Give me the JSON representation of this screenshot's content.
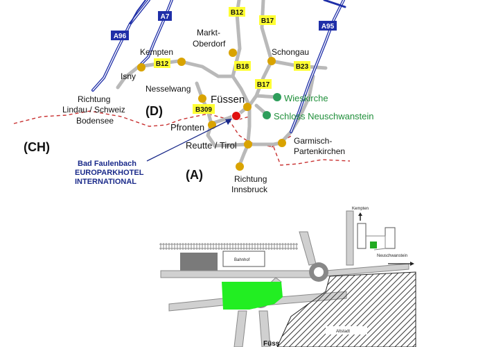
{
  "overview_map": {
    "highways": [
      "A96",
      "A7",
      "A95"
    ],
    "road_labels": [
      "B12",
      "B17",
      "B12",
      "B18",
      "B17",
      "B23",
      "B309"
    ],
    "towns": {
      "kempten": "Kempten",
      "isny": "Isny",
      "markt_oberdorf_1": "Markt-",
      "markt_oberdorf_2": "Oberdorf",
      "schongau": "Schongau",
      "nesselwang": "Nesselwang",
      "fuessen": "Füssen",
      "pfronten": "Pfronten",
      "reutte": "Reutte / Tirol",
      "garmisch_1": "Garmisch-",
      "garmisch_2": "Partenkirchen",
      "lindau_1": "Richtung",
      "lindau_2": "Lindau / Schweiz",
      "lindau_3": "Bodensee",
      "innsbruck_1": "Richtung",
      "innsbruck_2": "Innsbruck"
    },
    "sights": {
      "wieskirche": "Wieskirche",
      "neuschwanstein": "Schloss Neuschwanstein"
    },
    "countries": {
      "germany": "(D)",
      "switzerland": "(CH)",
      "austria": "(A)"
    },
    "hotel": {
      "line1": "Bad Faulenbach",
      "line2": "EUROPARKHOTEL",
      "line3": "INTERNATIONAL"
    }
  },
  "detail_map": {
    "kempten": "Kempten",
    "neuschwanstein": "Neuschwanstein",
    "bahnhof": "Bahnhof",
    "altstadt": "Altstadt",
    "fuessen_partial": "Füss"
  },
  "colors": {
    "road": "#b9b9b9",
    "highway": "#1f2fa8",
    "town_dot": "#d9a300",
    "sight_dot": "#2e9e5b",
    "hotel_dot": "#e01010",
    "border": "#c83030",
    "label_bg": "#ffff33",
    "park": "#22ee22"
  }
}
